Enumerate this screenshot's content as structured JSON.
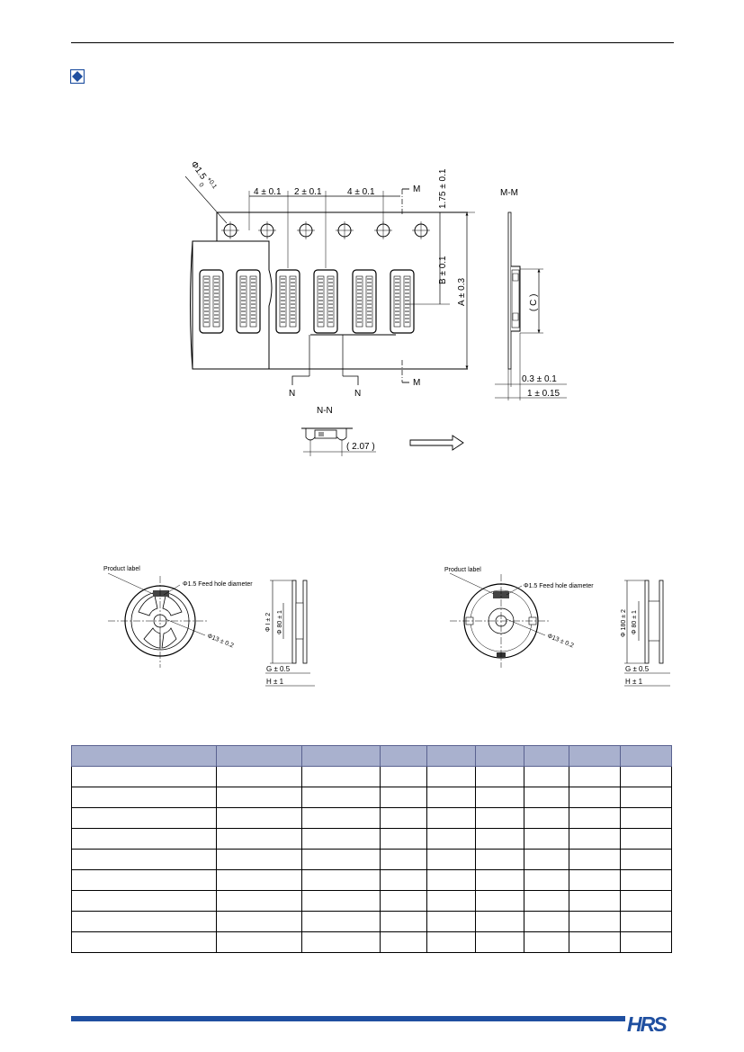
{
  "brand": {
    "logo_text": "HRS",
    "color": "#1f4fa0"
  },
  "colors": {
    "table_header": "#a9b1ce",
    "marker": "#1f4fa0"
  },
  "section_marker": {
    "icon": "diamond-icon"
  },
  "tape_drawing": {
    "hole_diameter": "Φ1.5",
    "hole_tolerance_plus": "+0.1",
    "hole_tolerance_minus": "0",
    "pitch_a": "4 ± 0.1",
    "pitch_b": "2 ± 0.1",
    "pitch_c": "4 ± 0.1",
    "edge_distance": "1.75 ± 0.1",
    "dim_b": "B ± 0.1",
    "dim_a": "A ± 0.3",
    "section_m_top": "M",
    "section_m_bottom": "M",
    "section_n_left": "N",
    "section_n_right": "N",
    "mm_title": "M-M",
    "dim_c": "( C )",
    "thickness_1": "0.3 ± 0.1",
    "thickness_2": "1 ± 0.15",
    "nn_title": "N-N",
    "dim_207": "( 2.07 )"
  },
  "reel_left": {
    "product_label": "Product label",
    "feed_hole": "Φ1.5 Feed hole diameter",
    "hub_diameter": "Φ13 ± 0.2",
    "outer_diameter": "Φ I ± 2",
    "inner_diameter": "Φ 80 ± 1",
    "dim_g": "G ± 0.5",
    "dim_h": "H ± 1"
  },
  "reel_right": {
    "product_label": "Product label",
    "feed_hole": "Φ1.5 Feed hole diameter",
    "hub_diameter": "Φ13 ± 0.2",
    "outer_diameter": "Φ 180 ± 2",
    "inner_diameter": "Φ 80 ± 1",
    "dim_g": "G ± 0.5",
    "dim_h": "H ± 1"
  },
  "table": {
    "header": [
      "",
      "",
      "",
      "",
      "",
      "",
      "",
      "",
      ""
    ],
    "rows": [
      [
        "",
        "",
        "",
        "",
        "",
        "",
        "",
        "",
        ""
      ],
      [
        "",
        "",
        "",
        "",
        "",
        "",
        "",
        "",
        ""
      ],
      [
        "",
        "",
        "",
        "",
        "",
        "",
        "",
        "",
        ""
      ],
      [
        "",
        "",
        "",
        "",
        "",
        "",
        "",
        "",
        ""
      ],
      [
        "",
        "",
        "",
        "",
        "",
        "",
        "",
        "",
        ""
      ],
      [
        "",
        "",
        "",
        "",
        "",
        "",
        "",
        "",
        ""
      ],
      [
        "",
        "",
        "",
        "",
        "",
        "",
        "",
        "",
        ""
      ],
      [
        "",
        "",
        "",
        "",
        "",
        "",
        "",
        "",
        ""
      ],
      [
        "",
        "",
        "",
        "",
        "",
        "",
        "",
        "",
        ""
      ]
    ]
  }
}
